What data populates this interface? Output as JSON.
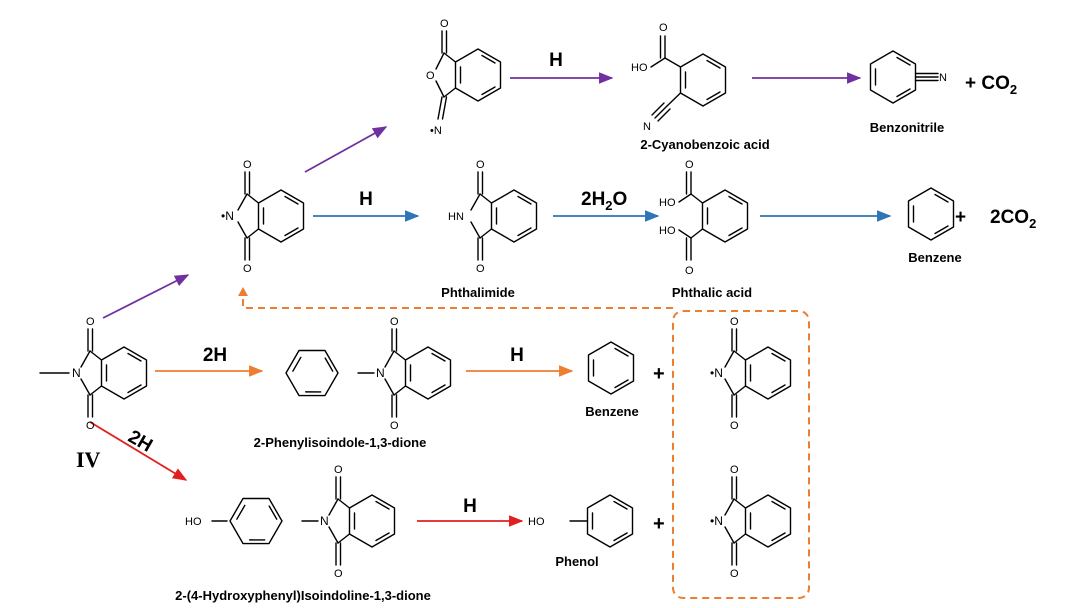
{
  "colors": {
    "purple": "#7030a0",
    "blue": "#2e75b6",
    "orange": "#ed7d31",
    "red": "#e02020",
    "black": "#000000"
  },
  "atoms": {
    "o": "O",
    "n": "N",
    "n_radical": "•N",
    "hn": "HN",
    "ho": "HO",
    "triple_n": "≡N"
  },
  "reagents": {
    "h": "H",
    "two_h": "2H",
    "two_h2o_prefix": "2H",
    "two_h2o_sub": "2",
    "two_h2o_suffix": "O"
  },
  "products": {
    "co2_prefix": "+  CO",
    "co2_sub": "2",
    "two_co2_prefix": "2CO",
    "two_co2_sub": "2",
    "plus": "+"
  },
  "labels": {
    "cyanobenzoic": "2-Cyanobenzoic acid",
    "benzonitrile": "Benzonitrile",
    "phthalimide": "Phthalimide",
    "phthalic": "Phthalic acid",
    "benzene_top": "Benzene",
    "benzene_mid": "Benzene",
    "phenylisoindole": "2-Phenylisoindole-1,3-dione",
    "phenol": "Phenol",
    "hydroxyphenyl": "2-(4-Hydroxyphenyl)Isoindoline-1,3-dione",
    "compound_iv": "IV"
  }
}
